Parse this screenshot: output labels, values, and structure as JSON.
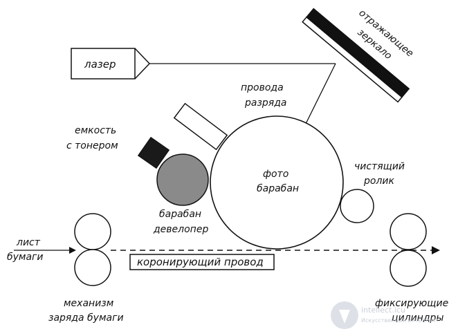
{
  "labels": {
    "laser": "лазер",
    "mirror_line1": "отражающее",
    "mirror_line2": "зеркало",
    "wires_line1": "провода",
    "wires_line2": "разряда",
    "toner_line1": "емкость",
    "toner_line2": "с тонером",
    "photo_line1": "фото",
    "photo_line2": "барабан",
    "cleaning_line1": "чистящий",
    "cleaning_line2": "ролик",
    "developer_line1": "барабан",
    "developer_line2": "девелопер",
    "paper_line1": "лист",
    "paper_line2": "бумаги",
    "corona": "коронирующий провод",
    "charge_line1": "механизм",
    "charge_line2": "заряда бумаги",
    "fixing_line1": "фиксирующие",
    "fixing_line2": "цилиндры"
  },
  "watermark": {
    "brand": "intellect.icu",
    "tagline": "Искусственный интеллект"
  },
  "colors": {
    "stroke": "#111111",
    "toner_fill": "#1a1a1a",
    "developer_fill": "#8a8a8a",
    "mirror_fill": "#111111",
    "watermark": "#c9ced6"
  }
}
